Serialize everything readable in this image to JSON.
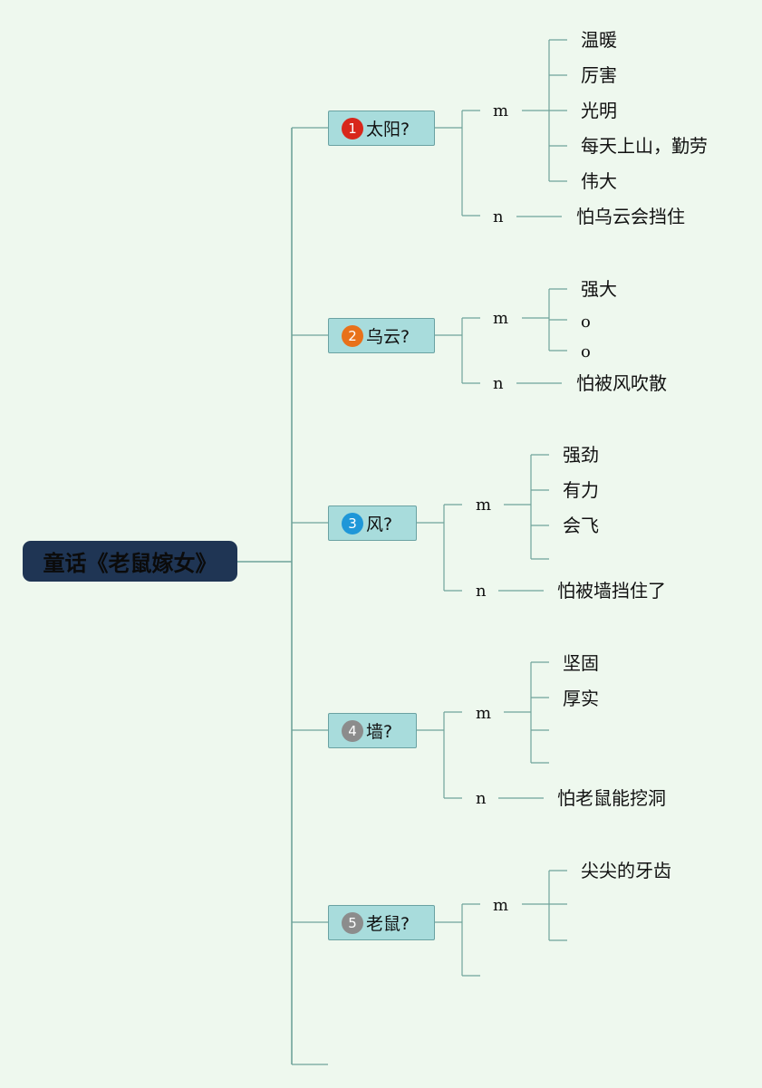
{
  "root": {
    "title": "童话《老鼠嫁女》"
  },
  "topics": [
    {
      "num": "1",
      "label": "太阳?",
      "badge_color": "#d8271b",
      "m": {
        "label": "m",
        "items": [
          "温暖",
          "厉害",
          "光明",
          "每天上山，勤劳",
          "伟大"
        ]
      },
      "n": {
        "label": "n",
        "items": [
          "怕乌云会挡住"
        ]
      }
    },
    {
      "num": "2",
      "label": "乌云?",
      "badge_color": "#e8711a",
      "m": {
        "label": "m",
        "items": [
          "强大",
          "o",
          "o"
        ]
      },
      "n": {
        "label": "n",
        "items": [
          "怕被风吹散"
        ]
      }
    },
    {
      "num": "3",
      "label": "风?",
      "badge_color": "#1f97d8",
      "m": {
        "label": "m",
        "items": [
          "强劲",
          "有力",
          "会飞",
          ""
        ]
      },
      "n": {
        "label": "n",
        "items": [
          "怕被墙挡住了"
        ]
      }
    },
    {
      "num": "4",
      "label": "墙?",
      "badge_color": "#8c8c8c",
      "m": {
        "label": "m",
        "items": [
          "坚固",
          "厚实",
          "",
          ""
        ]
      },
      "n": {
        "label": "n",
        "items": [
          "怕老鼠能挖洞"
        ]
      }
    },
    {
      "num": "5",
      "label": "老鼠?",
      "badge_color": "#8c8c8c",
      "m": {
        "label": "m",
        "items": [
          "尖尖的牙齿",
          "",
          ""
        ]
      },
      "n": null
    }
  ],
  "colors": {
    "line": "#6fa39a",
    "topic_fill": "#a8dcdc",
    "root_fill": "#1f3554",
    "background": "#eef8ee"
  }
}
